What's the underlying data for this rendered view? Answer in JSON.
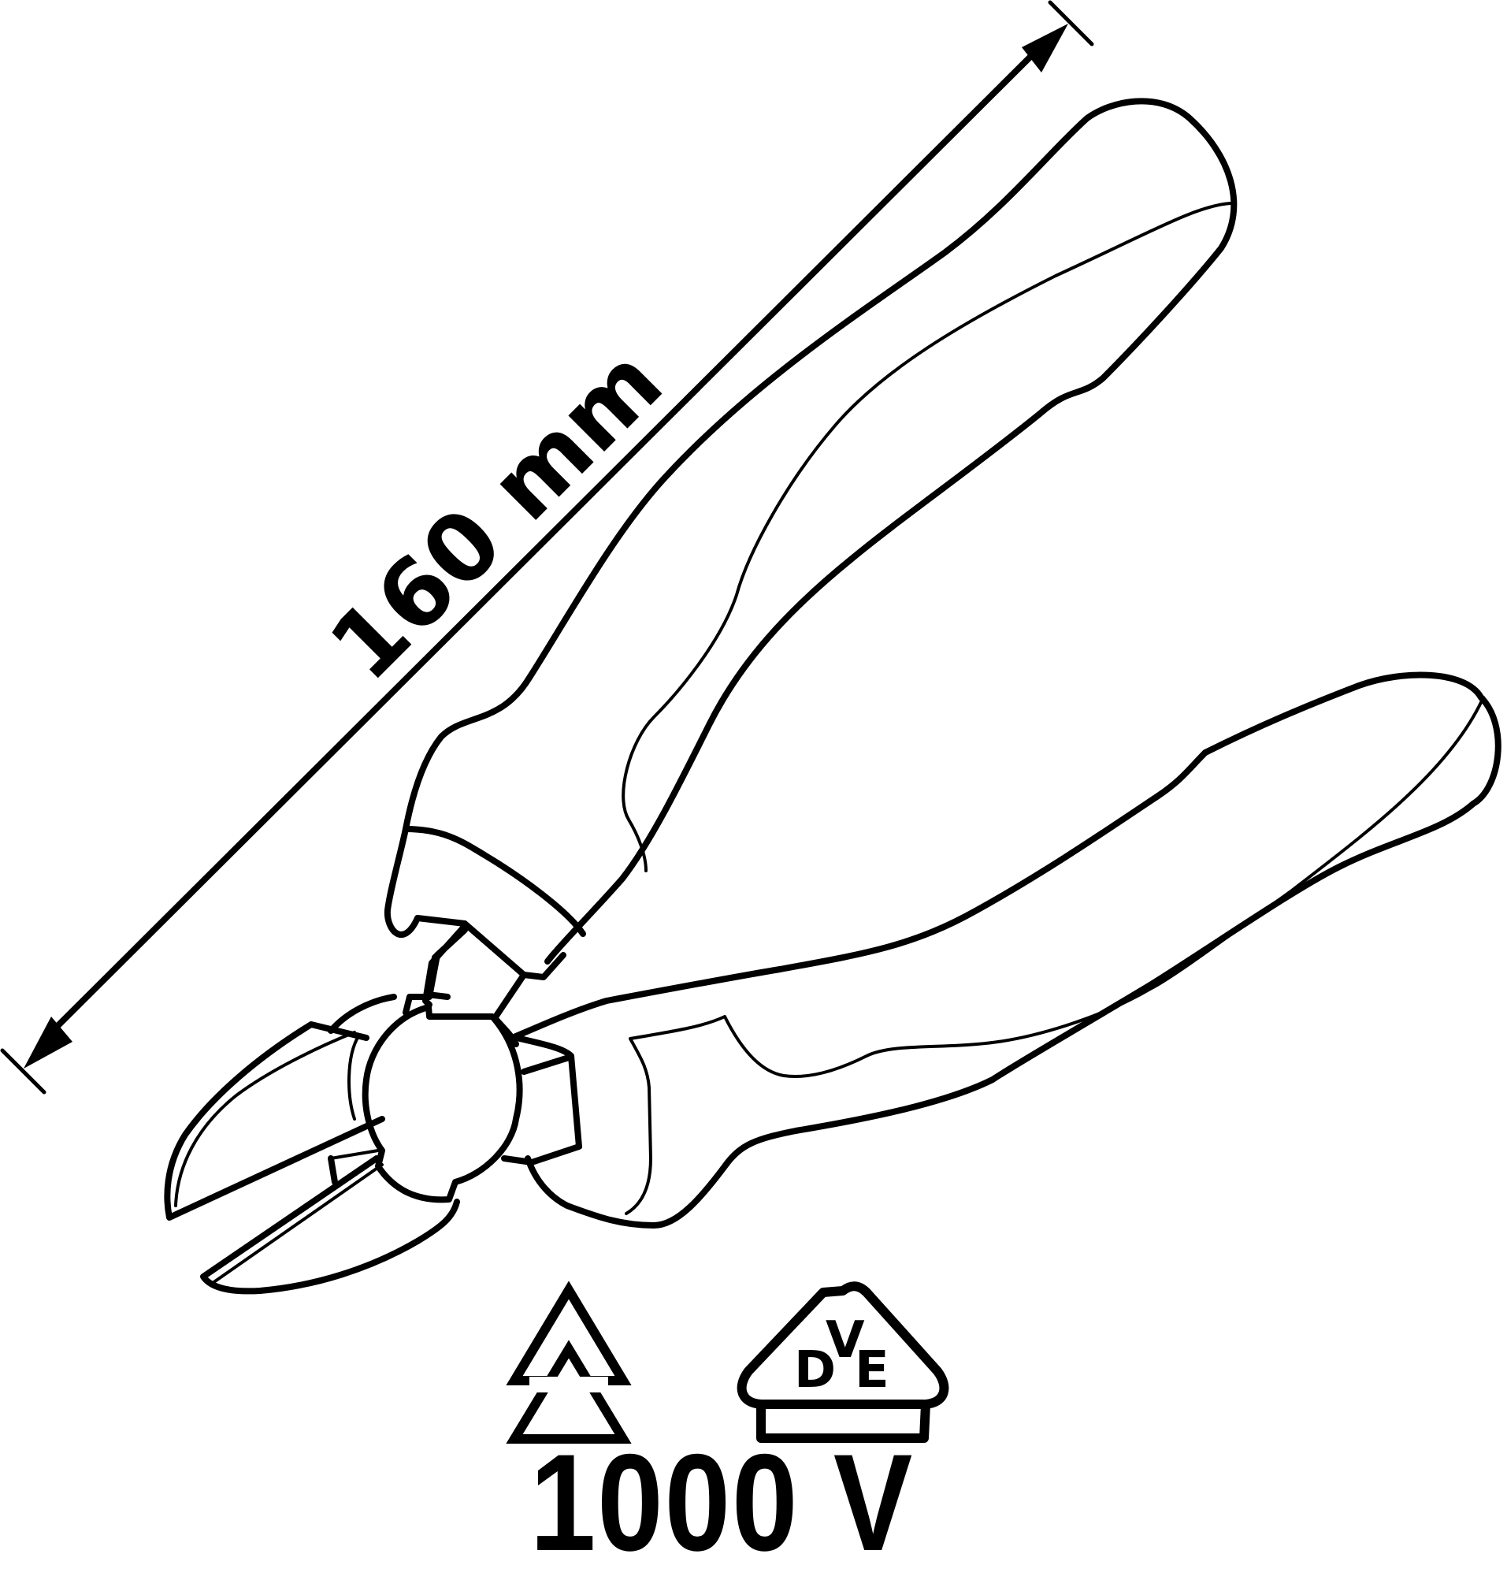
{
  "figure": {
    "subject": "diagonal cutting pliers (side cutters), insulated handles",
    "line_color": "#000000",
    "background": "#ffffff"
  },
  "dimension": {
    "label": "160 mm",
    "orientation": "diagonal, parallel to tool axis",
    "arrow_start_icon": "arrowhead-down-left-icon",
    "arrow_end_icon": "arrowhead-up-right-icon"
  },
  "certification": {
    "marks": [
      {
        "name": "double-triangle-insulation-mark",
        "icon": "double-triangle-icon"
      },
      {
        "name": "vde-mark",
        "icon": "vde-icon",
        "letters": [
          "V",
          "D",
          "E"
        ]
      }
    ],
    "voltage_rating": "1000 V"
  }
}
